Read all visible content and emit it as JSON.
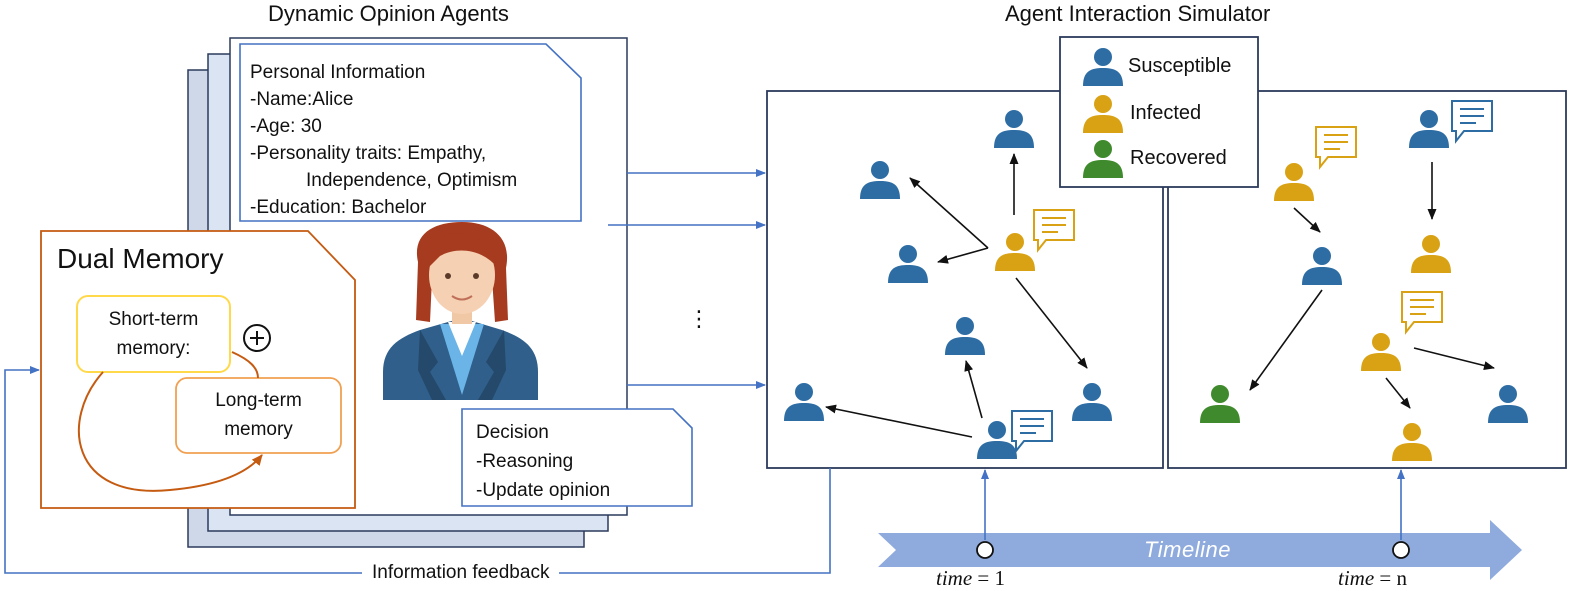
{
  "agents_panel": {
    "title": "Dynamic Opinion Agents",
    "personal_info": {
      "heading": "Personal Information",
      "name": "-Name:Alice",
      "age": "-Age: 30",
      "traits_line1": "-Personality traits: Empathy,",
      "traits_line2": "Independence, Optimism",
      "education": "-Education: Bachelor"
    },
    "dual_memory": {
      "title": "Dual Memory",
      "short_term_line1": "Short-term",
      "short_term_line2": "memory:",
      "long_term_line1": "Long-term",
      "long_term_line2": "memory",
      "combine_symbol": "⊕"
    },
    "decision": {
      "heading": "Decision",
      "reasoning": "-Reasoning",
      "update": "-Update opinion"
    },
    "ellipsis": "⋮",
    "avatar_icon": "woman-avatar-icon"
  },
  "simulator_panel": {
    "title": "Agent Interaction Simulator",
    "legend": [
      {
        "label": "Susceptible",
        "color": "#2e6da4"
      },
      {
        "label": "Infected",
        "color": "#d9a214"
      },
      {
        "label": "Recovered",
        "color": "#3f8a2c"
      }
    ]
  },
  "feedback_label": "Information feedback",
  "timeline": {
    "label": "Timeline",
    "time_start_var": "time",
    "time_start_value": "= 1",
    "time_end_var": "time",
    "time_end_value": "= n"
  },
  "colors": {
    "susceptible": "#2e6da4",
    "infected": "#d9a214",
    "recovered": "#3f8a2c",
    "panel_border": "#2b3a5c",
    "accent_blue": "#4472c4",
    "memory_orange": "#c55a11",
    "memory_yellow": "#ffd94a",
    "timeline_fill": "#8faadc"
  }
}
